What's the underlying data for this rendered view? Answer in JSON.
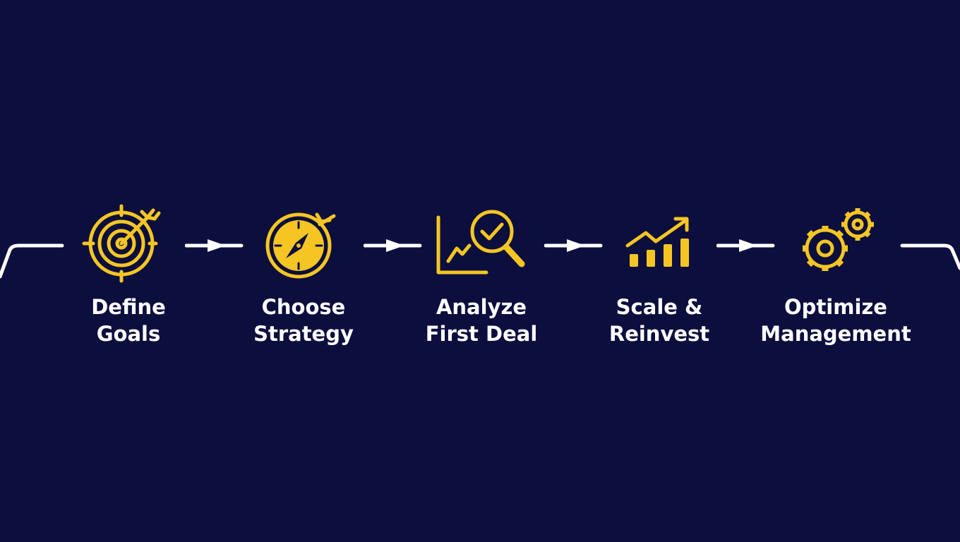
{
  "colors": {
    "background": "#0c0e3e",
    "accent": "#f5c623",
    "text": "#ffffff",
    "line": "#ffffff"
  },
  "steps": [
    {
      "icon": "target-icon",
      "line1": "Define",
      "line2": "Goals"
    },
    {
      "icon": "compass-icon",
      "line1": "Choose",
      "line2": "Strategy"
    },
    {
      "icon": "magnifier-chart-icon",
      "line1": "Analyze",
      "line2": "First Deal"
    },
    {
      "icon": "growth-chart-icon",
      "line1": "Scale &",
      "line2": "Reinvest"
    },
    {
      "icon": "gears-icon",
      "line1": "Optimize",
      "line2": "Management"
    }
  ]
}
